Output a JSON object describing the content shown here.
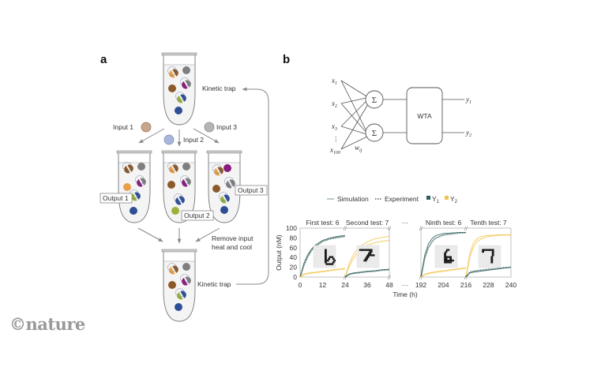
{
  "panel_a": {
    "label": "a",
    "kinetic_trap_top": "Kinetic trap",
    "kinetic_trap_bottom": "Kinetic trap",
    "inputs": [
      {
        "label": "Input 1",
        "color": "#c9a58a"
      },
      {
        "label": "Input 2",
        "color": "#a9b6d9"
      },
      {
        "label": "Input 3",
        "color": "#b5b5b5"
      }
    ],
    "outputs": [
      "Output 1",
      "Output 2",
      "Output 3"
    ],
    "remove_line1": "Remove input",
    "remove_line2": "heat and cool",
    "colors": {
      "orange": "#e8a04a",
      "brown": "#8b5a2b",
      "gray": "#7f7f7f",
      "purple": "#8b1a7e",
      "green": "#9cb03a",
      "blue": "#2e4e96"
    }
  },
  "panel_b": {
    "label": "b",
    "inputs": [
      "x",
      "x",
      "x",
      "x"
    ],
    "input_subs": [
      "1",
      "2",
      "3",
      "100"
    ],
    "ellipsis": "⋮",
    "weight": "w",
    "weight_sub": "ij",
    "sum_symbol": "Σ",
    "wta": "WTA",
    "outputs": [
      "y",
      "y"
    ],
    "output_subs": [
      "1",
      "2"
    ]
  },
  "legend": {
    "simulation": "Simulation",
    "experiment": "Experiment",
    "y1": "Y",
    "y1_sub": "1",
    "y2": "Y",
    "y2_sub": "2"
  },
  "logo": "©nature",
  "chart_data": {
    "type": "line",
    "title": "",
    "xlabel": "Time (h)",
    "ylabel": "Output (nM)",
    "ylim": [
      0,
      100
    ],
    "yticks": [
      "0",
      "20",
      "40",
      "60",
      "80",
      "100"
    ],
    "xticks": [
      "0",
      "12",
      "24",
      "36",
      "48",
      "192",
      "204",
      "216",
      "228",
      "240"
    ],
    "x_break_label": "···",
    "colors": {
      "Y1": "#2f5f5a",
      "Y2": "#f2c34a"
    },
    "segments": [
      {
        "title": "First test: 6",
        "xrange": [
          0,
          24
        ],
        "digit": "6",
        "series": [
          {
            "name": "Y1 simulation",
            "x": [
              0,
              2,
              4,
              6,
              8,
              12,
              16,
              20,
              24
            ],
            "y": [
              0,
              28,
              45,
              57,
              65,
              75,
              80,
              83,
              85
            ]
          },
          {
            "name": "Y1 experiment",
            "x": [
              0,
              2,
              4,
              6,
              8,
              12,
              16,
              20,
              24
            ],
            "y": [
              0,
              24,
              41,
              54,
              62,
              73,
              78,
              81,
              83
            ]
          },
          {
            "name": "Y2 simulation",
            "x": [
              0,
              2,
              4,
              8,
              12,
              16,
              20,
              24
            ],
            "y": [
              0,
              6,
              8,
              10,
              12,
              14,
              16,
              18
            ]
          },
          {
            "name": "Y2 experiment",
            "x": [
              0,
              2,
              4,
              8,
              12,
              16,
              20,
              24
            ],
            "y": [
              0,
              5,
              7,
              9,
              11,
              13,
              15,
              17
            ]
          }
        ]
      },
      {
        "title": "Second test: 7",
        "xrange": [
          24,
          48
        ],
        "digit": "7",
        "series": [
          {
            "name": "Y2 simulation",
            "x": [
              24,
              26,
              28,
              30,
              32,
              36,
              40,
              44,
              48
            ],
            "y": [
              0,
              25,
              42,
              54,
              62,
              72,
              78,
              81,
              83
            ]
          },
          {
            "name": "Y2 experiment",
            "x": [
              24,
              26,
              28,
              30,
              32,
              36,
              40,
              44,
              48
            ],
            "y": [
              0,
              20,
              35,
              46,
              55,
              65,
              70,
              73,
              75
            ]
          },
          {
            "name": "Y1 simulation",
            "x": [
              24,
              26,
              28,
              32,
              36,
              40,
              44,
              48
            ],
            "y": [
              0,
              6,
              8,
              10,
              12,
              13,
              15,
              16
            ]
          },
          {
            "name": "Y1 experiment",
            "x": [
              24,
              26,
              28,
              32,
              36,
              40,
              44,
              48
            ],
            "y": [
              0,
              5,
              7,
              9,
              11,
              12,
              14,
              15
            ]
          }
        ]
      },
      {
        "title": "Ninth test: 6",
        "xrange": [
          192,
          216
        ],
        "digit": "6",
        "series": [
          {
            "name": "Y1 simulation",
            "x": [
              192,
              194,
              196,
              198,
              200,
              204,
              208,
              212,
              216
            ],
            "y": [
              0,
              45,
              68,
              79,
              85,
              89,
              90,
              91,
              91
            ]
          },
          {
            "name": "Y1 experiment",
            "x": [
              192,
              194,
              196,
              198,
              200,
              204,
              208,
              212,
              216
            ],
            "y": [
              0,
              38,
              60,
              73,
              80,
              86,
              88,
              90,
              91
            ]
          },
          {
            "name": "Y2 simulation",
            "x": [
              192,
              194,
              196,
              200,
              204,
              208,
              212,
              216
            ],
            "y": [
              0,
              6,
              8,
              11,
              13,
              15,
              17,
              19
            ]
          },
          {
            "name": "Y2 experiment",
            "x": [
              192,
              194,
              196,
              200,
              204,
              208,
              212,
              216
            ],
            "y": [
              0,
              5,
              7,
              10,
              12,
              14,
              16,
              18
            ]
          }
        ]
      },
      {
        "title": "Tenth test: 7",
        "xrange": [
          216,
          240
        ],
        "digit": "7",
        "series": [
          {
            "name": "Y2 simulation",
            "x": [
              216,
              218,
              220,
              222,
              224,
              228,
              232,
              236,
              240
            ],
            "y": [
              0,
              48,
              70,
              79,
              83,
              85,
              86,
              86,
              86
            ]
          },
          {
            "name": "Y2 experiment",
            "x": [
              216,
              218,
              220,
              222,
              224,
              228,
              232,
              236,
              240
            ],
            "y": [
              0,
              40,
              62,
              73,
              78,
              83,
              85,
              86,
              86
            ]
          },
          {
            "name": "Y1 simulation",
            "x": [
              216,
              218,
              220,
              224,
              228,
              232,
              236,
              240
            ],
            "y": [
              0,
              8,
              10,
              12,
              14,
              16,
              18,
              20
            ]
          },
          {
            "name": "Y1 experiment",
            "x": [
              216,
              218,
              220,
              224,
              228,
              232,
              236,
              240
            ],
            "y": [
              0,
              10,
              12,
              14,
              16,
              17,
              19,
              20
            ]
          }
        ]
      }
    ]
  }
}
